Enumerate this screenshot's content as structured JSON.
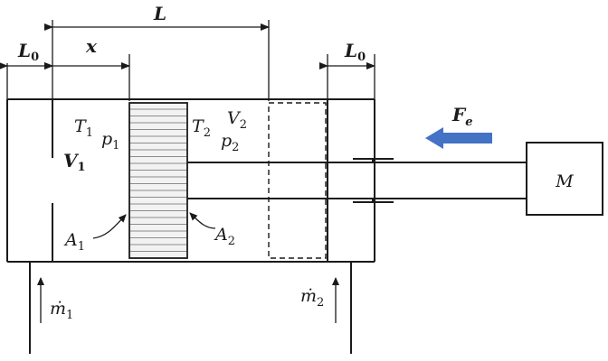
{
  "labels": {
    "L": "L",
    "L0_left": {
      "main": "L",
      "sub": "0"
    },
    "L0_right": {
      "main": "L",
      "sub": "0"
    },
    "x": "x",
    "T1": {
      "main": "T",
      "sub": "1"
    },
    "p1": {
      "main": "p",
      "sub": "1"
    },
    "V1": {
      "main": "V",
      "sub": "1"
    },
    "T2": {
      "main": "T",
      "sub": "2"
    },
    "V2": {
      "main": "V",
      "sub": "2"
    },
    "p2": {
      "main": "p",
      "sub": "2"
    },
    "A1": {
      "main": "A",
      "sub": "1"
    },
    "A2": {
      "main": "A",
      "sub": "2"
    },
    "Fe": {
      "main": "F",
      "sub": "e"
    },
    "M": "M",
    "m1": {
      "main": "ṁ",
      "sub": "1"
    },
    "m2": {
      "main": "ṁ",
      "sub": "2"
    }
  },
  "colors": {
    "line": "#1a1a1a",
    "force_arrow": "#4472c4",
    "piston_fill": "#f2f2f2",
    "piston_hatch": "#8c8c8c"
  }
}
